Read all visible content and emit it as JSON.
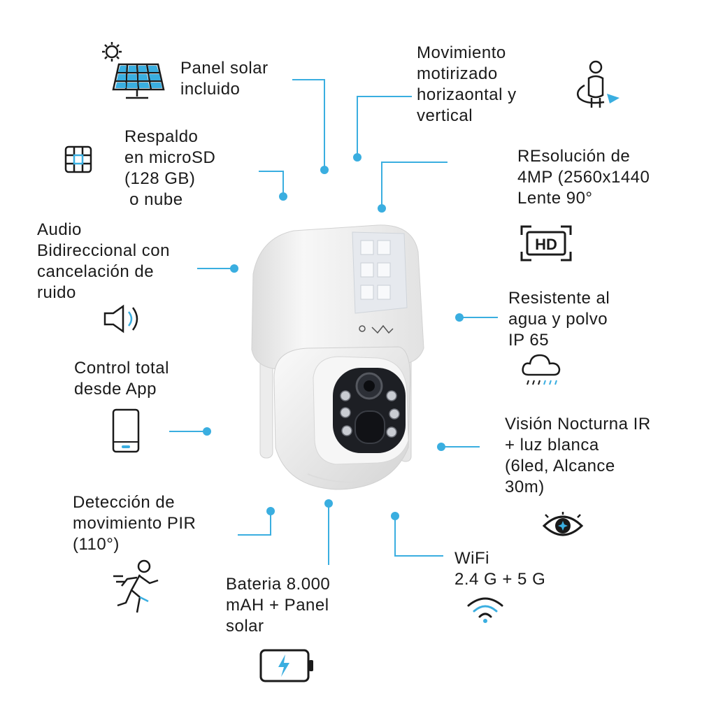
{
  "features": {
    "solar": {
      "lines": [
        "Panel solar",
        "incluido"
      ],
      "icon": "solar-panel-icon"
    },
    "movement": {
      "lines": [
        "Movimiento",
        "motirizado",
        "horizaontal y",
        "vertical"
      ],
      "icon": "rotation-icon"
    },
    "storage": {
      "lines": [
        "Respaldo",
        "en microSD",
        "(128 GB)",
        " o nube"
      ],
      "icon": "sd-card-icon"
    },
    "resolution": {
      "lines": [
        "REsolución de",
        "4MP (2560x1440",
        "Lente 90°"
      ],
      "icon": "hd-icon"
    },
    "audio": {
      "lines": [
        "Audio",
        "Bidireccional con",
        "cancelación de",
        "ruido"
      ],
      "icon": "speaker-icon"
    },
    "weather": {
      "lines": [
        "Resistente al",
        "agua y polvo",
        "IP 65"
      ],
      "icon": "rain-cloud-icon"
    },
    "app": {
      "lines": [
        "Control total",
        "desde App"
      ],
      "icon": "smartphone-icon"
    },
    "night": {
      "lines": [
        "Visión Nocturna IR",
        "+ luz blanca",
        "(6led, Alcance",
        "30m)"
      ],
      "icon": "eye-icon"
    },
    "pir": {
      "lines": [
        "Detección de",
        "movimiento PIR",
        "(110°)"
      ],
      "icon": "running-person-icon"
    },
    "battery": {
      "lines": [
        "Bateria 8.000",
        "mAH + Panel",
        "solar"
      ],
      "icon": "battery-icon"
    },
    "wifi": {
      "lines": [
        "WiFi",
        "2.4 G + 5 G"
      ],
      "icon": "wifi-icon"
    },
    "hd_text": "HD"
  },
  "colors": {
    "accent": "#3aaee0",
    "text": "#1a1a1a",
    "camera_body": "#f1f1f1"
  }
}
